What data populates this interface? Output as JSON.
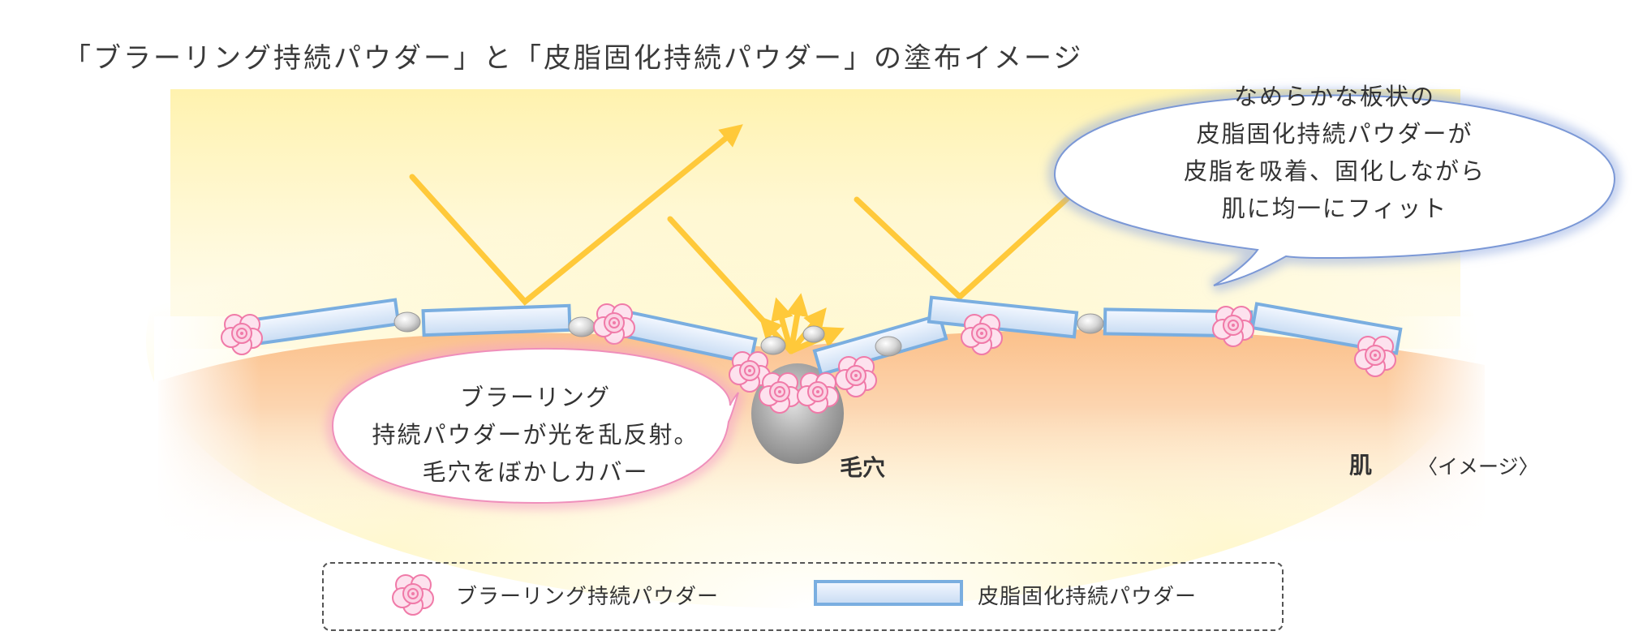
{
  "title": "「ブラーリング持続パウダー」と「皮脂固化持続パウダー」の塗布イメージ",
  "bubble_right": {
    "lines": [
      "なめらかな板状の",
      "皮脂固化持続パウダーが",
      "皮脂を吸着、固化しながら",
      "肌に均一にフィット"
    ]
  },
  "bubble_left": {
    "lines": [
      "ブラーリング",
      "持続パウダーが光を乱反射。",
      "毛穴をぼかしカバー"
    ]
  },
  "labels": {
    "pore": "毛穴",
    "skin": "肌",
    "image_note": "〈イメージ〉"
  },
  "legend": {
    "blurring": "ブラーリング持続パウダー",
    "sebum": "皮脂固化持続パウダー"
  },
  "colors": {
    "light": "#fff3a8",
    "arrow": "#ffcc40",
    "skin": "#fbcf9e",
    "plate_border": "#7aaee0",
    "flower": "#f07aa8",
    "bubble_blue_glow": "#8fa8e0",
    "bubble_pink_glow": "#f5a3c8"
  }
}
